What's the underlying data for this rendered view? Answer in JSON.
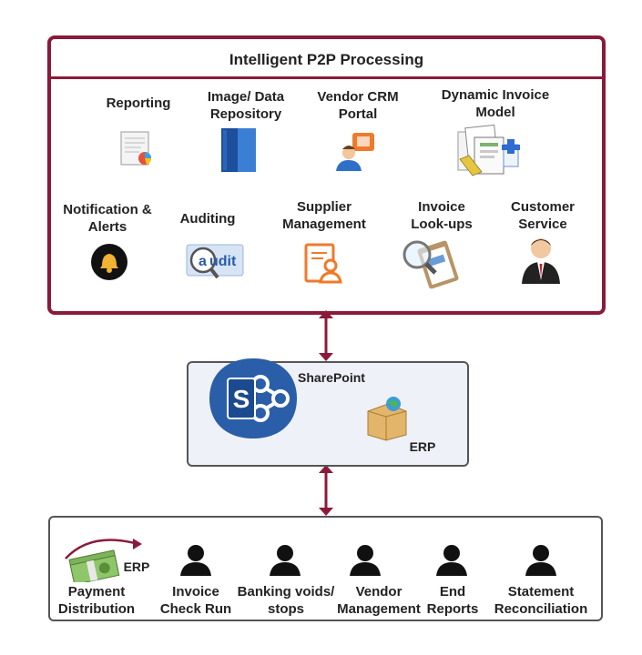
{
  "title": "Intelligent P2P Processing",
  "modules_row1": [
    {
      "label_l1": "Reporting",
      "label_l2": "",
      "icon": "report-icon"
    },
    {
      "label_l1": "Image/ Data",
      "label_l2": "Repository",
      "icon": "repository-icon"
    },
    {
      "label_l1": "Vendor CRM",
      "label_l2": "Portal",
      "icon": "vendor-portal-icon"
    },
    {
      "label_l1": "Dynamic Invoice",
      "label_l2": "Model",
      "icon": "invoice-model-icon"
    }
  ],
  "modules_row2": [
    {
      "label_l1": "Notification &",
      "label_l2": "Alerts",
      "icon": "bell-icon"
    },
    {
      "label_l1": "Auditing",
      "label_l2": "",
      "icon": "audit-icon"
    },
    {
      "label_l1": "Supplier",
      "label_l2": "Management",
      "icon": "supplier-icon"
    },
    {
      "label_l1": "Invoice",
      "label_l2": "Look-ups",
      "icon": "magnifier-clipboard-icon"
    },
    {
      "label_l1": "Customer",
      "label_l2": "Service",
      "icon": "customer-person-icon"
    }
  ],
  "middle": {
    "sharepoint_label": "SharePoint",
    "sharepoint_letter": "S",
    "erp_label": "ERP"
  },
  "bottom": {
    "erp_label": "ERP",
    "items": [
      {
        "label_l1": "Payment",
        "label_l2": "Distribution",
        "icon": "money-icon"
      },
      {
        "label_l1": "Invoice",
        "label_l2": "Check Run",
        "icon": "person-icon"
      },
      {
        "label_l1": "Banking voids/",
        "label_l2": "stops",
        "icon": "person-icon"
      },
      {
        "label_l1": "Vendor",
        "label_l2": "Management",
        "icon": "person-icon"
      },
      {
        "label_l1": "End",
        "label_l2": "Reports",
        "icon": "person-icon"
      },
      {
        "label_l1": "Statement",
        "label_l2": "Reconciliation",
        "icon": "person-icon"
      }
    ]
  },
  "colors": {
    "accent": "#8b1a3a",
    "sharepoint": "#2b5ea8",
    "box_bg": "#eef1f7"
  }
}
